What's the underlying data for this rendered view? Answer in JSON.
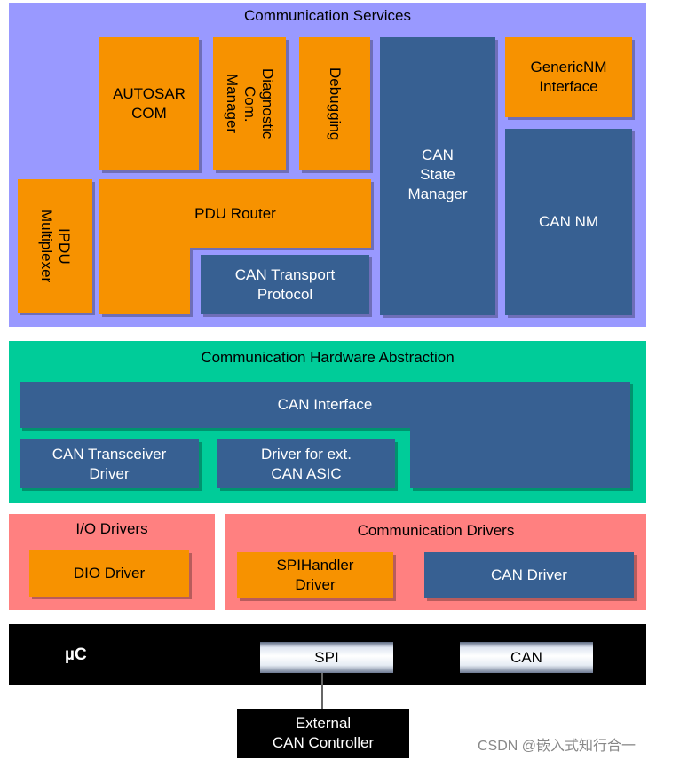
{
  "colors": {
    "communication_services_bg": "#9999ff",
    "hw_abstraction_bg": "#00cc99",
    "drivers_bg": "#ff8080",
    "orange_module": "#f79200",
    "blue_module": "#376092",
    "microcontroller_bg": "#000000"
  },
  "communication_services": {
    "title": "Communication Services",
    "autosar_com": "AUTOSAR\nCOM",
    "diagnostic_com_manager": "Diagnostic\nCom.\nManager",
    "debugging": "Debugging",
    "can_state_manager": "CAN\nState\nManager",
    "generic_nm_interface": "GenericNM\nInterface",
    "can_nm": "CAN NM",
    "ipdu_multiplexer": "IPDU\nMultiplexer",
    "pdu_router": "PDU Router",
    "can_transport_protocol": "CAN Transport\nProtocol"
  },
  "hardware_abstraction": {
    "title": "Communication Hardware Abstraction",
    "can_interface": "CAN Interface",
    "can_transceiver_driver": "CAN Transceiver\nDriver",
    "driver_ext_can_asic": "Driver for ext.\nCAN ASIC"
  },
  "io_drivers": {
    "title": "I/O Drivers",
    "dio_driver": "DIO Driver"
  },
  "communication_drivers": {
    "title": "Communication Drivers",
    "spi_handler_driver": "SPIHandler\nDriver",
    "can_driver": "CAN Driver"
  },
  "microcontroller": {
    "label": "µC",
    "spi": "SPI",
    "can": "CAN"
  },
  "external_can_controller": "External\nCAN Controller",
  "watermark": "CSDN @嵌入式知行合一"
}
